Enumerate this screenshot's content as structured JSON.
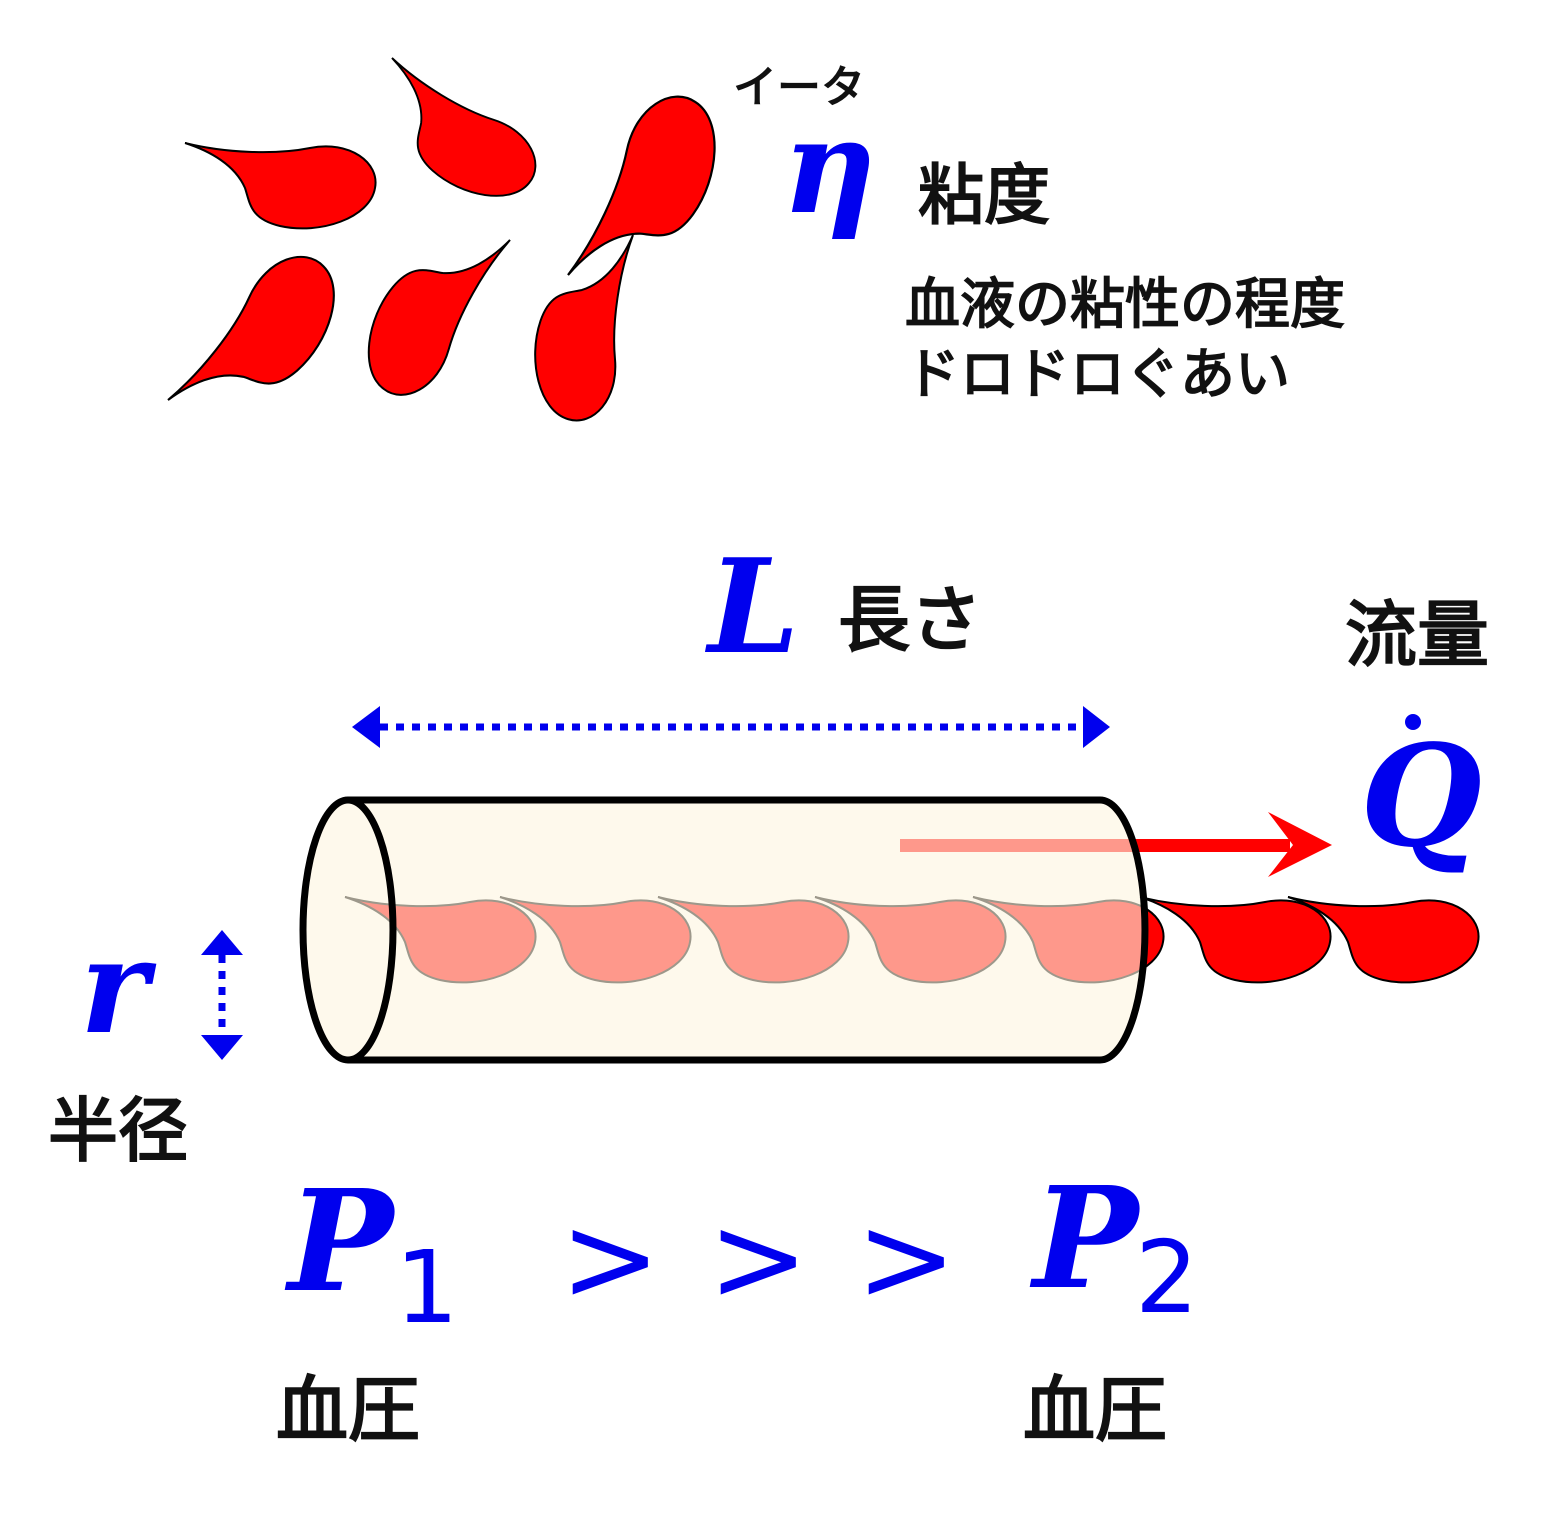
{
  "viscosity": {
    "symbol": "η",
    "reading": "イータ",
    "label": "粘度",
    "description_line1": "血液の粘性の程度",
    "description_line2": "ドロドロぐあい"
  },
  "length": {
    "symbol": "L",
    "label": "長さ"
  },
  "flow": {
    "symbol": "Q",
    "label": "流量"
  },
  "radius": {
    "symbol": "r",
    "label": "半径"
  },
  "pressure": {
    "p1_symbol": "P",
    "p1_sub": "1",
    "p1_label": "血圧",
    "comparison": [
      ">",
      ">",
      ">"
    ],
    "p2_symbol": "P",
    "p2_sub": "2",
    "p2_label": "血圧"
  },
  "colors": {
    "symbol": "#0000ee",
    "blood": "#ff0000",
    "vessel": "#fef5e0"
  }
}
